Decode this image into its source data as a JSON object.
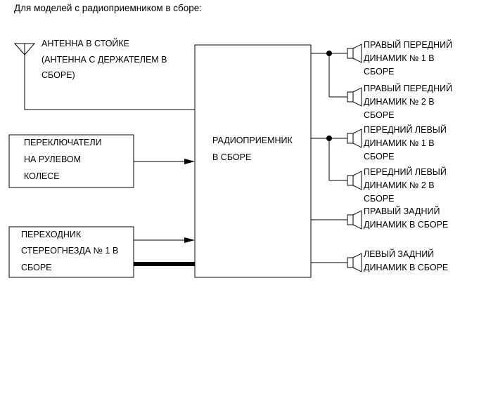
{
  "heading": "Для моделей с радиоприемником в сборе:",
  "antenna": {
    "lines": [
      "АНТЕННА В СТОЙКЕ",
      "(АНТЕННА С ДЕРЖАТЕЛЕМ В",
      "СБОРЕ)"
    ]
  },
  "steering_switches": {
    "lines": [
      "ПЕРЕКЛЮЧАТЕЛИ",
      "НА РУЛЕВОМ",
      "КОЛЕСЕ"
    ]
  },
  "stereo_jack": {
    "lines": [
      "ПЕРЕХОДНИК",
      "СТЕРЕОГНЕЗДА № 1 В",
      "СБОРЕ"
    ]
  },
  "radio": {
    "lines": [
      "РАДИОПРИЕМНИК",
      "В СБОРЕ"
    ]
  },
  "speakers": [
    {
      "id": "front-right-1",
      "lines": [
        "ПРАВЫЙ ПЕРЕДНИЙ",
        "ДИНАМИК № 1 В",
        "СБОРЕ"
      ]
    },
    {
      "id": "front-right-2",
      "lines": [
        "ПРАВЫЙ ПЕРЕДНИЙ",
        "ДИНАМИК № 2 В",
        "СБОРЕ"
      ]
    },
    {
      "id": "front-left-1",
      "lines": [
        "ПЕРЕДНИЙ ЛЕВЫЙ",
        "ДИНАМИК № 1 В",
        "СБОРЕ"
      ]
    },
    {
      "id": "front-left-2",
      "lines": [
        "ПЕРЕДНИЙ ЛЕВЫЙ",
        "ДИНАМИК № 2 В",
        "СБОРЕ"
      ]
    },
    {
      "id": "rear-right",
      "lines": [
        "ПРАВЫЙ ЗАДНИЙ",
        "ДИНАМИК В СБОРЕ"
      ]
    },
    {
      "id": "rear-left",
      "lines": [
        "ЛЕВЫЙ ЗАДНИЙ",
        "ДИНАМИК В СБОРЕ"
      ]
    }
  ]
}
